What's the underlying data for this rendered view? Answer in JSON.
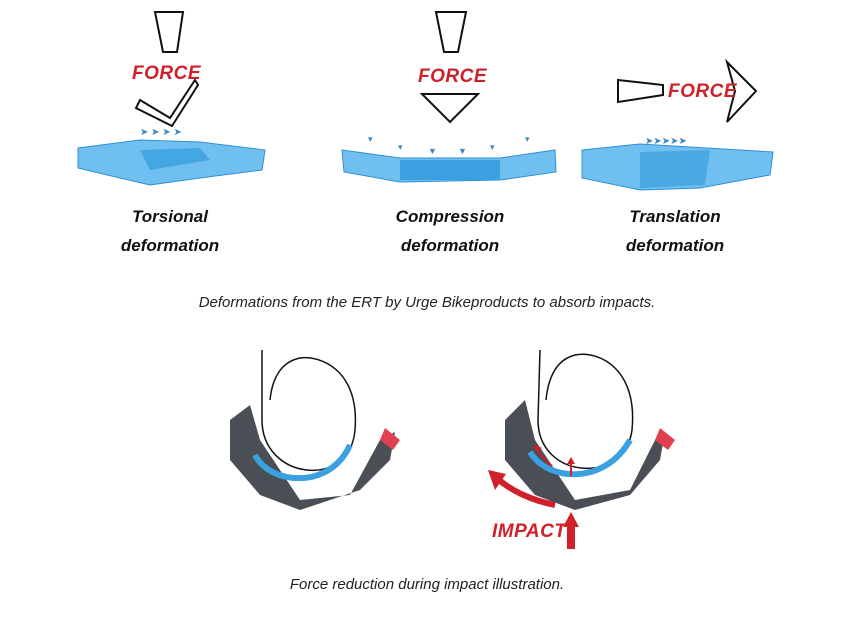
{
  "deformations": [
    {
      "force_label": "FORCE",
      "title_line1": "Torsional",
      "title_line2": "deformation"
    },
    {
      "force_label": "FORCE",
      "title_line1": "Compression",
      "title_line2": "deformation"
    },
    {
      "force_label": "FORCE",
      "title_line1": "Translation",
      "title_line2": "deformation"
    }
  ],
  "caption_top": "Deformations from the ERT by Urge Bikeproducts to absorb impacts.",
  "impact_label": "IMPACT",
  "caption_bottom": "Force reduction during impact illustration.",
  "colors": {
    "force_red": "#d0202a",
    "pad_blue": "#3aa0e0",
    "shell_gray": "#4a4f55"
  }
}
